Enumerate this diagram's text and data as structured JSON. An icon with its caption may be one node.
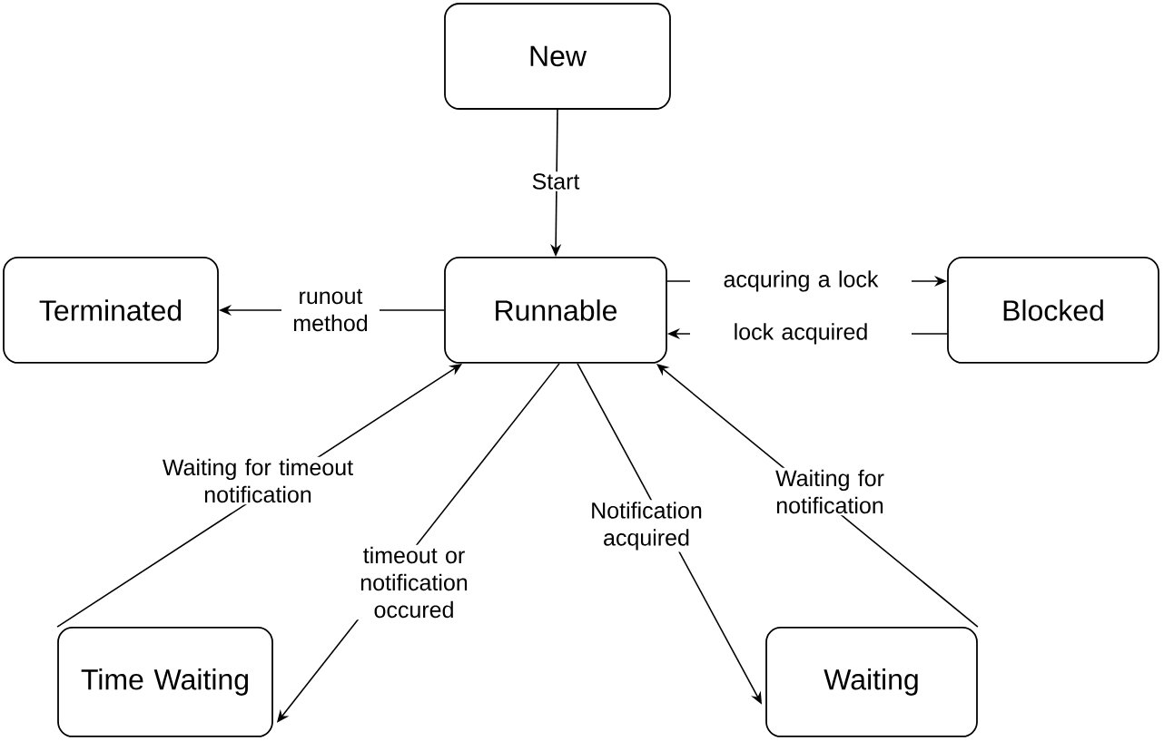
{
  "diagram": {
    "nodes": [
      {
        "text": [
          "New"
        ]
      },
      {
        "text": [
          "Runnable"
        ]
      },
      {
        "text": [
          "Terminated"
        ]
      },
      {
        "text": [
          "Blocked"
        ]
      },
      {
        "text": [
          "Time Waiting"
        ]
      },
      {
        "text": [
          "Waiting"
        ]
      }
    ],
    "edges": [
      {
        "from": 0,
        "to": 1,
        "arrow": "to",
        "label": "Start"
      },
      {
        "from": 1,
        "to": 2,
        "arrow": "to",
        "label": "runout method"
      },
      {
        "from": 1,
        "to": 3,
        "arrow": "to",
        "label": "acquring a lock"
      },
      {
        "from": 3,
        "to": 1,
        "arrow": "to",
        "label": "lock acquired"
      },
      {
        "from": 4,
        "to": 1,
        "arrow": "to",
        "label": "Waiting for timeout notification"
      },
      {
        "from": 1,
        "to": 4,
        "arrow": "to",
        "label": "timeout or notification occured"
      },
      {
        "from": 1,
        "to": 5,
        "arrow": "to",
        "label": "Notification acquired"
      },
      {
        "from": 5,
        "to": 1,
        "arrow": "to",
        "label": "Waiting for notification"
      }
    ]
  }
}
